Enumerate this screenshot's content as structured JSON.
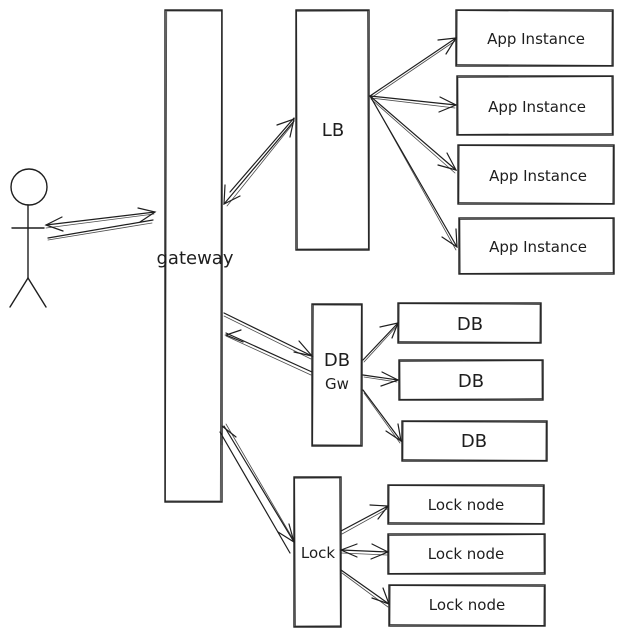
{
  "actor": {
    "icon": "stick-figure-user-icon"
  },
  "nodes": {
    "gateway": "gateway",
    "lb": "LB",
    "app_instances": [
      "App Instance",
      "App Instance",
      "App Instance",
      "App Instance"
    ],
    "db_gw": [
      "DB",
      "Gw"
    ],
    "dbs": [
      "DB",
      "DB",
      "DB"
    ],
    "lock": "Lock",
    "lock_nodes": [
      "Lock node",
      "Lock node",
      "Lock node"
    ]
  }
}
